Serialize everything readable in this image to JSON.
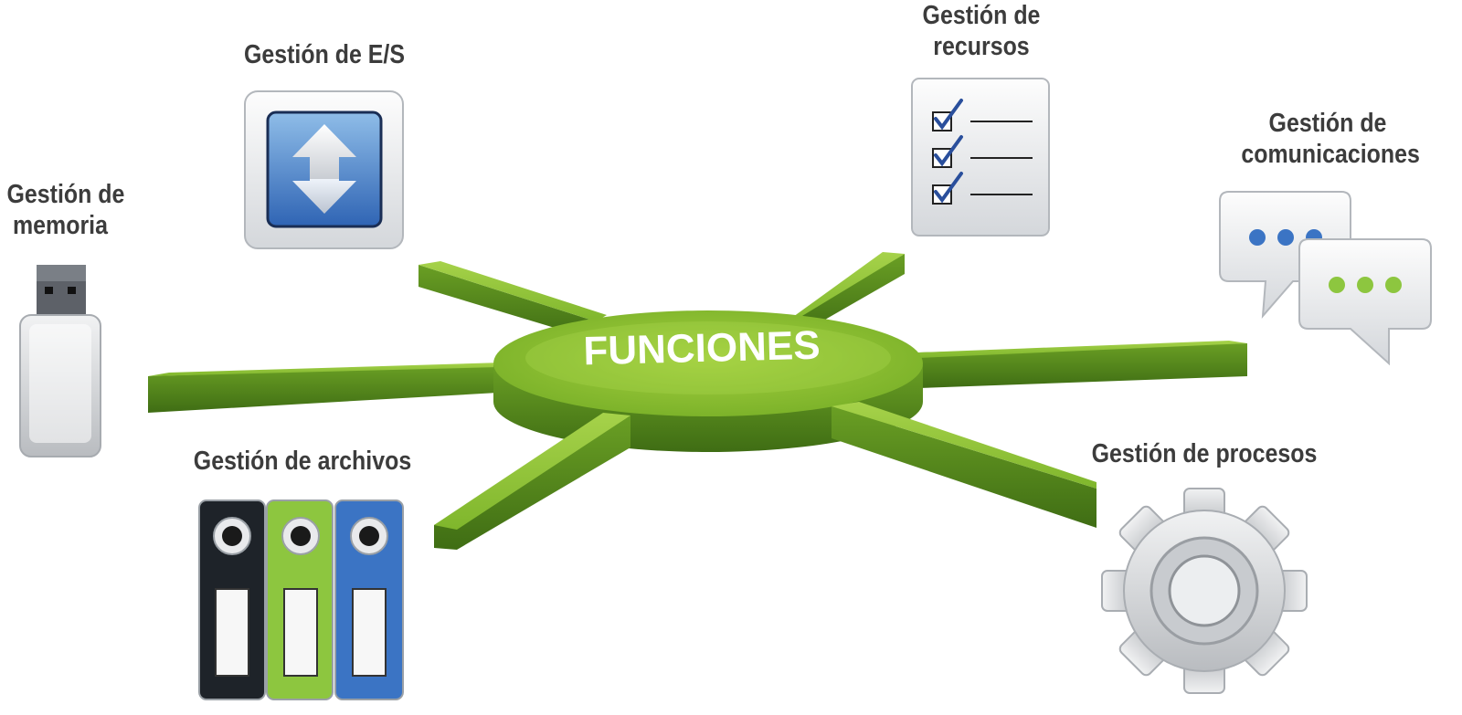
{
  "center": {
    "label": "FUNCIONES"
  },
  "functions": {
    "memoria": {
      "line1": "Gestión de",
      "line2": "memoria",
      "icon": "usb-drive-icon"
    },
    "es": {
      "label": "Gestión de E/S",
      "icon": "io-arrows-icon"
    },
    "recursos": {
      "line1": "Gestión de",
      "line2": "recursos",
      "icon": "checklist-icon"
    },
    "comunicaciones": {
      "line1": "Gestión de",
      "line2": "comunicaciones",
      "icon": "chat-bubbles-icon"
    },
    "archivos": {
      "label": "Gestión de archivos",
      "icon": "binders-icon"
    },
    "procesos": {
      "label": "Gestión de procesos",
      "icon": "gear-icon"
    }
  },
  "colors": {
    "green_light": "#8dc63f",
    "green_dark": "#4a7a1c",
    "blue": "#3b74c4",
    "label_text": "#3c3c3c"
  }
}
